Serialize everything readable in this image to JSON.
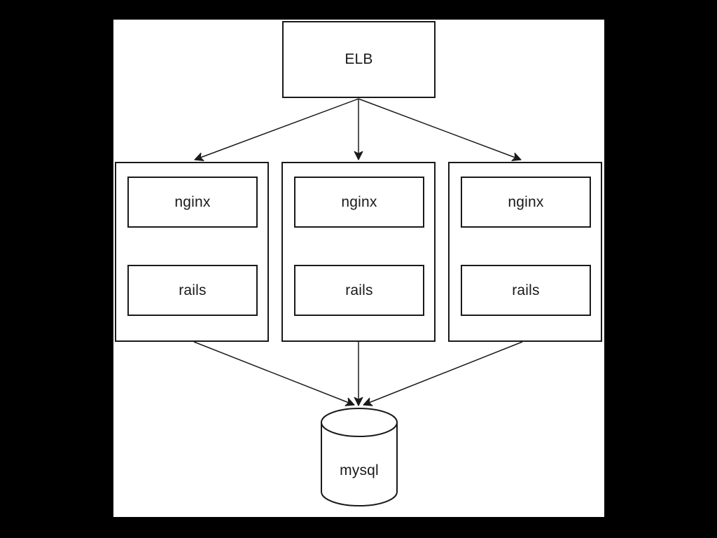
{
  "diagram": {
    "elb": {
      "id": "elb",
      "label": "ELB"
    },
    "groups": [
      {
        "id": "group-1",
        "items": [
          {
            "label": "nginx"
          },
          {
            "label": "rails"
          }
        ]
      },
      {
        "id": "group-2",
        "items": [
          {
            "label": "nginx"
          },
          {
            "label": "rails"
          }
        ]
      },
      {
        "id": "group-3",
        "items": [
          {
            "label": "nginx"
          },
          {
            "label": "rails"
          }
        ]
      }
    ],
    "database": {
      "id": "mysql",
      "label": "mysql",
      "shape": "cylinder"
    },
    "edges": [
      {
        "from": "elb",
        "to": "group-1"
      },
      {
        "from": "elb",
        "to": "group-2"
      },
      {
        "from": "elb",
        "to": "group-3"
      },
      {
        "from": "group-1",
        "to": "mysql"
      },
      {
        "from": "group-2",
        "to": "mysql"
      },
      {
        "from": "group-3",
        "to": "mysql"
      }
    ],
    "colors": {
      "letterbox": "#000000",
      "canvas": "#ffffff",
      "stroke": "#1a1a1a",
      "text": "#1a1a1a"
    }
  }
}
